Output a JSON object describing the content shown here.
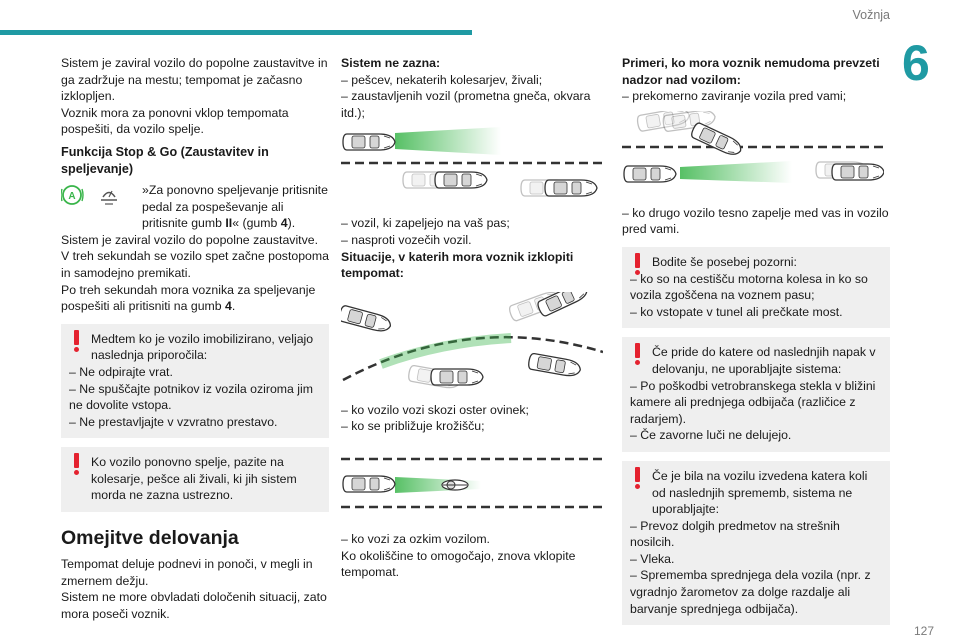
{
  "header": {
    "title": "Vožnja",
    "chapter": "6",
    "page": "127"
  },
  "col1": {
    "p1": "Sistem je zaviral vozilo do popolne zaustavitve in ga zadržuje na mestu; tempomat je začasno izklopljen.",
    "p2": "Voznik mora za ponovni vklop tempomata pospešiti, da vozilo spelje.",
    "stopgo_title": "Funkcija Stop & Go (Zaustavitev in speljevanje)",
    "stopgo_text1": "»Za ponovno speljevanje pritisnite pedal za pospeševanje ali pritisnite gumb ",
    "stopgo_btn1": "II",
    "stopgo_text2": "« (gumb ",
    "stopgo_btn2": "4",
    "stopgo_text3": ").",
    "p3": "Sistem je zaviral vozilo do popolne zaustavitve.",
    "p4": "V treh sekundah se vozilo spet začne postopoma in samodejno premikati.",
    "p5a": "Po treh sekundah mora voznika za speljevanje pospešiti ali pritisniti na gumb ",
    "p5b": "4",
    "p5c": ".",
    "warn1": {
      "lead": "Medtem ko je vozilo imobilizirano, veljajo naslednja priporočila:",
      "items": [
        "– Ne odpirajte vrat.",
        "– Ne spuščajte potnikov iz vozila oziroma jim ne dovolite vstopa.",
        "– Ne prestavljajte v vzvratno prestavo."
      ]
    },
    "warn2": {
      "lead": "Ko vozilo ponovno spelje, pazite na kolesarje, pešce ali živali, ki jih sistem morda ne zazna ustrezno."
    },
    "section_title": "Omejitve delovanja",
    "p6": "Tempomat deluje podnevi in ponoči, v megli in zmernem dežju.",
    "p7": "Sistem ne more obvladati določenih situacij, zato mora poseči voznik."
  },
  "col2": {
    "title1": "Sistem ne zazna:",
    "list1": [
      "– pešcev, nekaterih kolesarjev, živali;",
      "– zaustavljenih vozil (prometna gneča, okvara itd.);"
    ],
    "list2": [
      "– vozil, ki zapeljejo na vaš pas;",
      "– nasproti vozečih vozil."
    ],
    "title2": "Situacije, v katerih mora voznik izklopiti tempomat:",
    "list3": [
      "– ko vozilo vozi skozi oster ovinek;",
      "– ko se približuje krožišču;"
    ],
    "list4": [
      "– ko vozi za ozkim vozilom."
    ],
    "p8": "Ko okoliščine to omogočajo, znova vklopite tempomat."
  },
  "col3": {
    "title1": "Primeri, ko mora voznik nemudoma prevzeti nadzor nad vozilom:",
    "list1": [
      "– prekomerno zaviranje vozila pred vami;"
    ],
    "list2": [
      "– ko drugo vozilo tesno zapelje med vas in vozilo pred vami."
    ],
    "warn3": {
      "lead": "Bodite še posebej pozorni:",
      "items": [
        "– ko so na cestišču motorna kolesa in ko so vozila zgoščena na voznem pasu;",
        "– ko vstopate v tunel ali prečkate most."
      ]
    },
    "warn4": {
      "lead": "Če pride do katere od naslednjih napak v delovanju, ne uporabljajte sistema:",
      "items": [
        "– Po poškodbi vetrobranskega stekla v bližini kamere ali prednjega odbijača (različice z radarjem).",
        "– Če zavorne luči ne delujejo."
      ]
    },
    "warn5": {
      "lead": "Če je bila na vozilu izvedena katera koli od naslednjih sprememb, sistema ne uporabljajte:",
      "items": [
        "– Prevoz dolgih predmetov na strešnih nosilcih.",
        "– Vleka.",
        "– Sprememba sprednjega dela vozila (npr. z vgradnjo žarometov za dolge razdalje ali barvanje sprednjega odbijača)."
      ]
    }
  },
  "colors": {
    "accent": "#1f9aa3",
    "warning": "#e4222f",
    "lane_green": "#39b54a"
  },
  "icons": [
    "car-radar-icon",
    "gauge-icon",
    "warning-icon",
    "car-icon",
    "cyclist-icon"
  ]
}
